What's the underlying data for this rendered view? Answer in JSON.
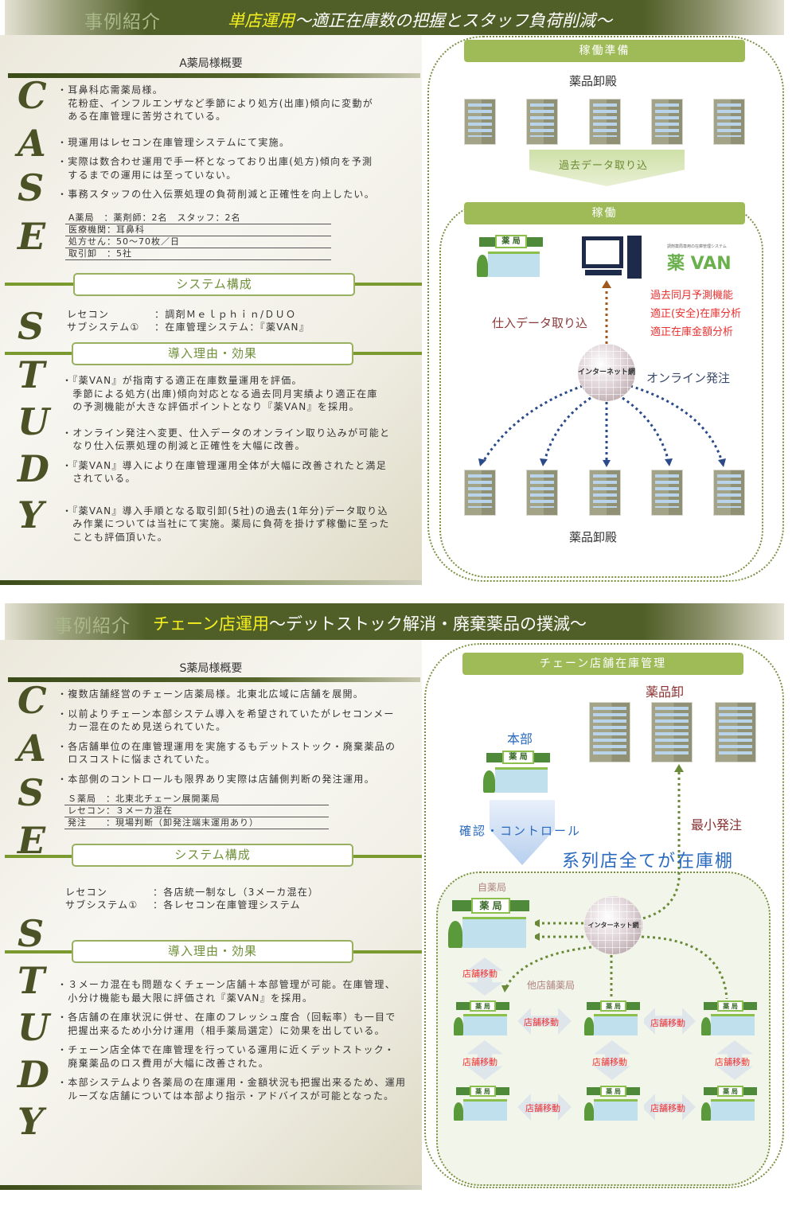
{
  "case_letters": [
    "C",
    "A",
    "S",
    "E",
    "S",
    "T",
    "U",
    "D",
    "Y"
  ],
  "pharmacy_sign": "薬 局",
  "case1": {
    "category": "事例紹介",
    "title_highlight": "単店運用",
    "title_rest": "～適正在庫数の把握とスタッフ負荷削減～",
    "overview_title": "A薬局様概要",
    "overview_points": [
      "・耳鼻科応需薬局様。",
      "　花粉症、インフルエンザなど季節により処方(出庫)傾向に変動が",
      "　ある在庫管理に苦労されている。",
      "・現運用はレセコン在庫管理システムにて実施。",
      "・実際は数合わせ運用で手一杯となっており出庫(処方)傾向を予測",
      "　するまでの運用には至っていない。",
      "・事務スタッフの仕入伝票処理の負荷削減と正確性を向上したい。"
    ],
    "info": [
      "A薬局　：薬剤師：2名　スタッフ：2名",
      "医療機関：耳鼻科",
      "処方せん：50～70枚／日",
      "取引卸　：5社"
    ],
    "system_title": "システム構成",
    "system": [
      {
        "label": "レセコン",
        "value": "：調剤Ｍｅｌｐｈｉｎ/ＤＵＯ"
      },
      {
        "label": "サブシステム①",
        "value": "：在庫管理システム：『薬VAN』"
      }
    ],
    "reason_title": "導入理由・効果",
    "reasons": [
      [
        "・『薬VAN』が指南する適正在庫数量運用を評価。",
        "　季節による処方(出庫)傾向対応となる過去同月実績より適正在庫",
        "　の予測機能が大きな評価ポイントとなり『薬VAN』を採用。"
      ],
      [
        "・オンライン発注へ変更、仕入データのオンライン取り込みが可能と",
        "　なり仕入伝票処理の削減と正確性を大幅に改善。"
      ],
      [
        "・『薬VAN』導入により在庫管理運用全体が大幅に改善されたと満足",
        "　されている。"
      ],
      [
        "・『薬VAN』導入手順となる取引卸(5社)の過去(1年分)データ取り込",
        "　み作業については当社にて実施。薬局に負荷を掛けず稼働に至った",
        "　ことも評価頂いた。"
      ]
    ],
    "diagram": {
      "prep_bar": "稼働準備",
      "wholesaler_top": "薬品卸殿",
      "import_arrow": "過去データ取り込",
      "run_bar": "稼働",
      "logo_caption": "調剤薬局専用の在庫管理システム",
      "logo": "薬 VAN",
      "features": [
        "過去同月予測機能",
        "適正(安全)在庫分析",
        "適正在庫金額分析"
      ],
      "purchase_import": "仕入データ取り込",
      "internet": "インターネット網",
      "online_order": "オンライン発注",
      "wholesaler_bottom": "薬品卸殿"
    }
  },
  "case2": {
    "category": "事例紹介",
    "title_highlight": "チェーン店運用",
    "title_rest": "～デットストック解消・廃棄薬品の撲滅～",
    "overview_title": "S薬局様概要",
    "overview_points": [
      "・複数店舗経営のチェーン店薬局様。北東北広域に店舗を展開。",
      "・以前よりチェーン本部システム導入を希望されていたがレセコンメー",
      "　カー混在のため見送られていた。",
      "・各店舗単位の在庫管理運用を実施するもデットストック・廃棄薬品の",
      "　ロスコストに悩まされていた。",
      "・本部側のコントロールも限界あり実際は店舗側判断の発注運用。"
    ],
    "info": [
      "Ｓ薬局　：北東北チェーン展開薬局",
      "レセコン：３メーカ混在",
      "発注　　：現場判断（卸発注端末運用あり）"
    ],
    "system_title": "システム構成",
    "system": [
      {
        "label": "レセコン",
        "value": "：各店統一制なし（3メーカ混在）"
      },
      {
        "label": "サブシステム①",
        "value": "：各レセコン在庫管理システム"
      }
    ],
    "reason_title": "導入理由・効果",
    "reasons": [
      [
        "・３メーカ混在も問題なくチェーン店舗＋本部管理が可能。在庫管理、",
        "　小分け機能も最大限に評価され『薬VAN』を採用。"
      ],
      [
        "・各店舗の在庫状況に併せ、在庫のフレッシュ度合（回転率）も一目で",
        "　把握出来るため小分け運用（相手薬局選定）に効果を出している。"
      ],
      [
        "・チェーン店全体で在庫管理を行っている運用に近くデットストック・",
        "　廃棄薬品のロス費用が大幅に改善された。"
      ],
      [
        "・本部システムより各薬局の在庫運用・金額状況も把握出来るため、運用",
        "　ルーズな店舗については本部より指示・アドバイスが可能となった。"
      ]
    ],
    "diagram": {
      "bar": "チェーン店舗在庫管理",
      "wholesaler": "薬品卸",
      "hq": "本部",
      "control": "確認・コントロール",
      "min_order": "最小発注",
      "all_stores": "系列店全てが在庫棚",
      "own_pharmacy": "自薬局",
      "internet": "インターネット網",
      "other_stores": "他店舗薬局",
      "store_transfer": "店舗移動"
    }
  }
}
